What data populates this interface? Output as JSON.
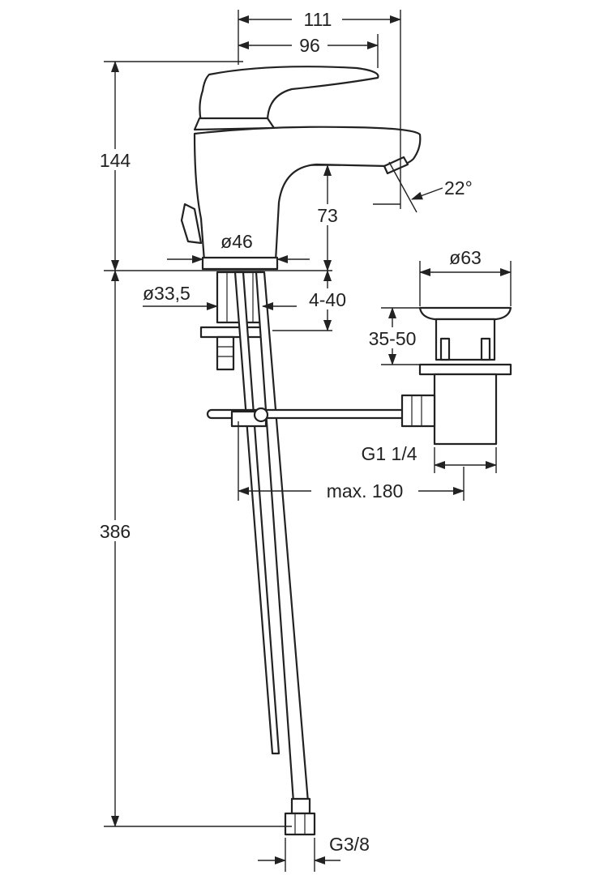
{
  "drawing": {
    "colors": {
      "line": "#222222",
      "background": "#ffffff"
    },
    "dimensions": {
      "w111": "111",
      "w96": "96",
      "h144": "144",
      "angle": "22°",
      "h73": "73",
      "d46": "ø46",
      "d63": "ø63",
      "d33": "ø33,5",
      "t440": "4-40",
      "h3550": "35-50",
      "g114": "G1 1/4",
      "max180": "max. 180",
      "h386": "386",
      "g38": "G3/8"
    }
  }
}
